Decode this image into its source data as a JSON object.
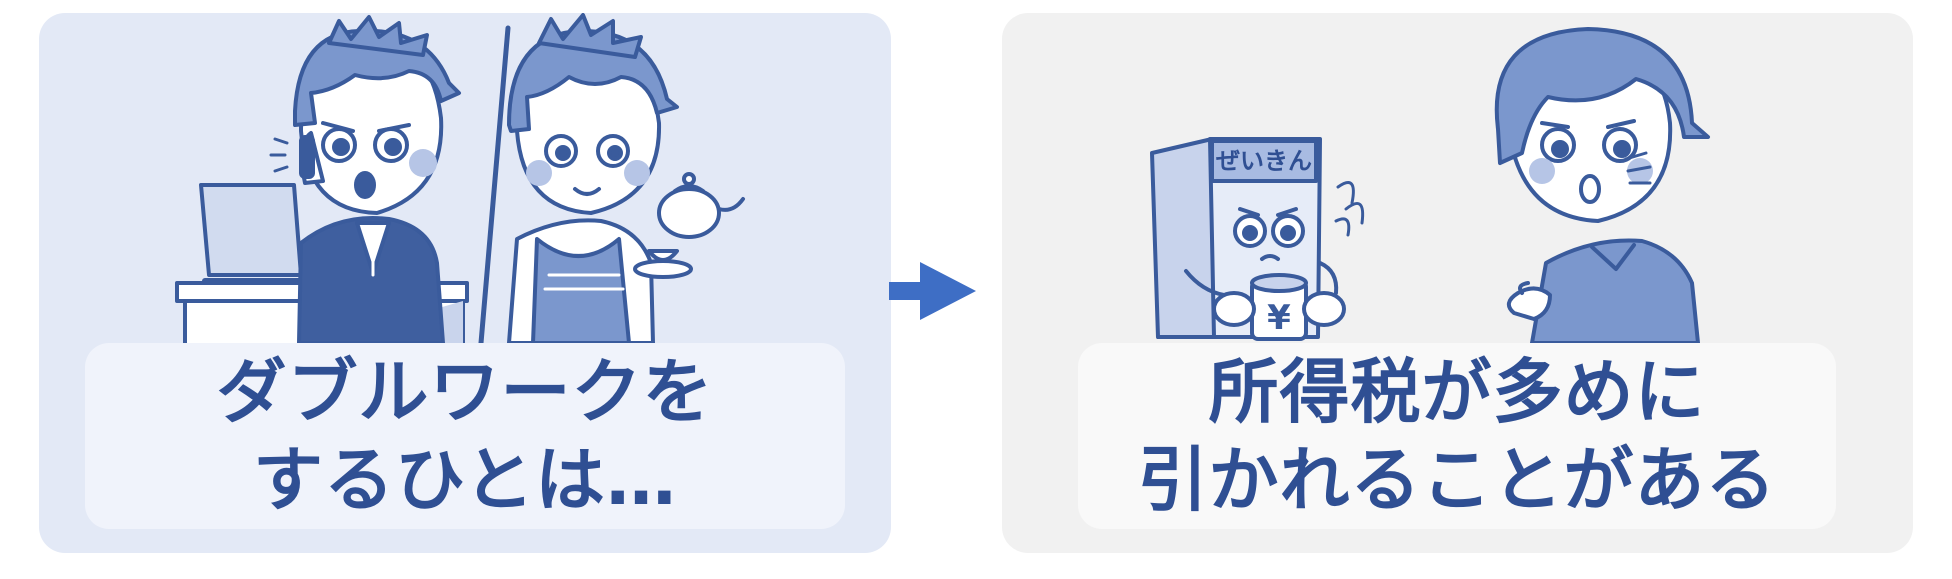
{
  "colors": {
    "left_panel_bg": "#e3e9f6",
    "right_panel_bg": "#f1f1f1",
    "caption_text": "#2f4f93",
    "line_art": "#3a5b9c",
    "arrow": "#3e6ec5"
  },
  "left_panel": {
    "caption_lines": [
      "ダブルワークを",
      "するひとは…"
    ]
  },
  "right_panel": {
    "box_label": "ぜいきん",
    "yen_symbol": "¥",
    "caption_lines": [
      "所得税が多めに",
      "引かれることがある"
    ]
  },
  "arrow_icon": "arrow-right-icon"
}
